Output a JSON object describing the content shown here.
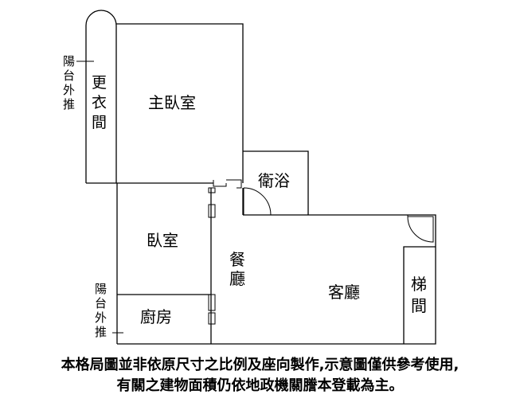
{
  "rooms": {
    "master_bedroom": "主臥室",
    "walk_in_closet": [
      "更",
      "衣",
      "間"
    ],
    "bathroom": "衛浴",
    "bedroom": "臥室",
    "dining": [
      "餐",
      "廳"
    ],
    "living_room": "客廳",
    "kitchen": "廚房",
    "stairs": [
      "梯",
      "間"
    ]
  },
  "notes": {
    "balcony_top": [
      "陽",
      "台",
      "外",
      "推"
    ],
    "balcony_bottom": [
      "陽",
      "台",
      "外",
      "推"
    ]
  },
  "disclaimer": {
    "line1": "本格局圖並非依原尺寸之比例及座向製作,示意圖僅供參考使用,",
    "line2": "有關之建物面積仍依地政機關謄本登載為主。"
  }
}
